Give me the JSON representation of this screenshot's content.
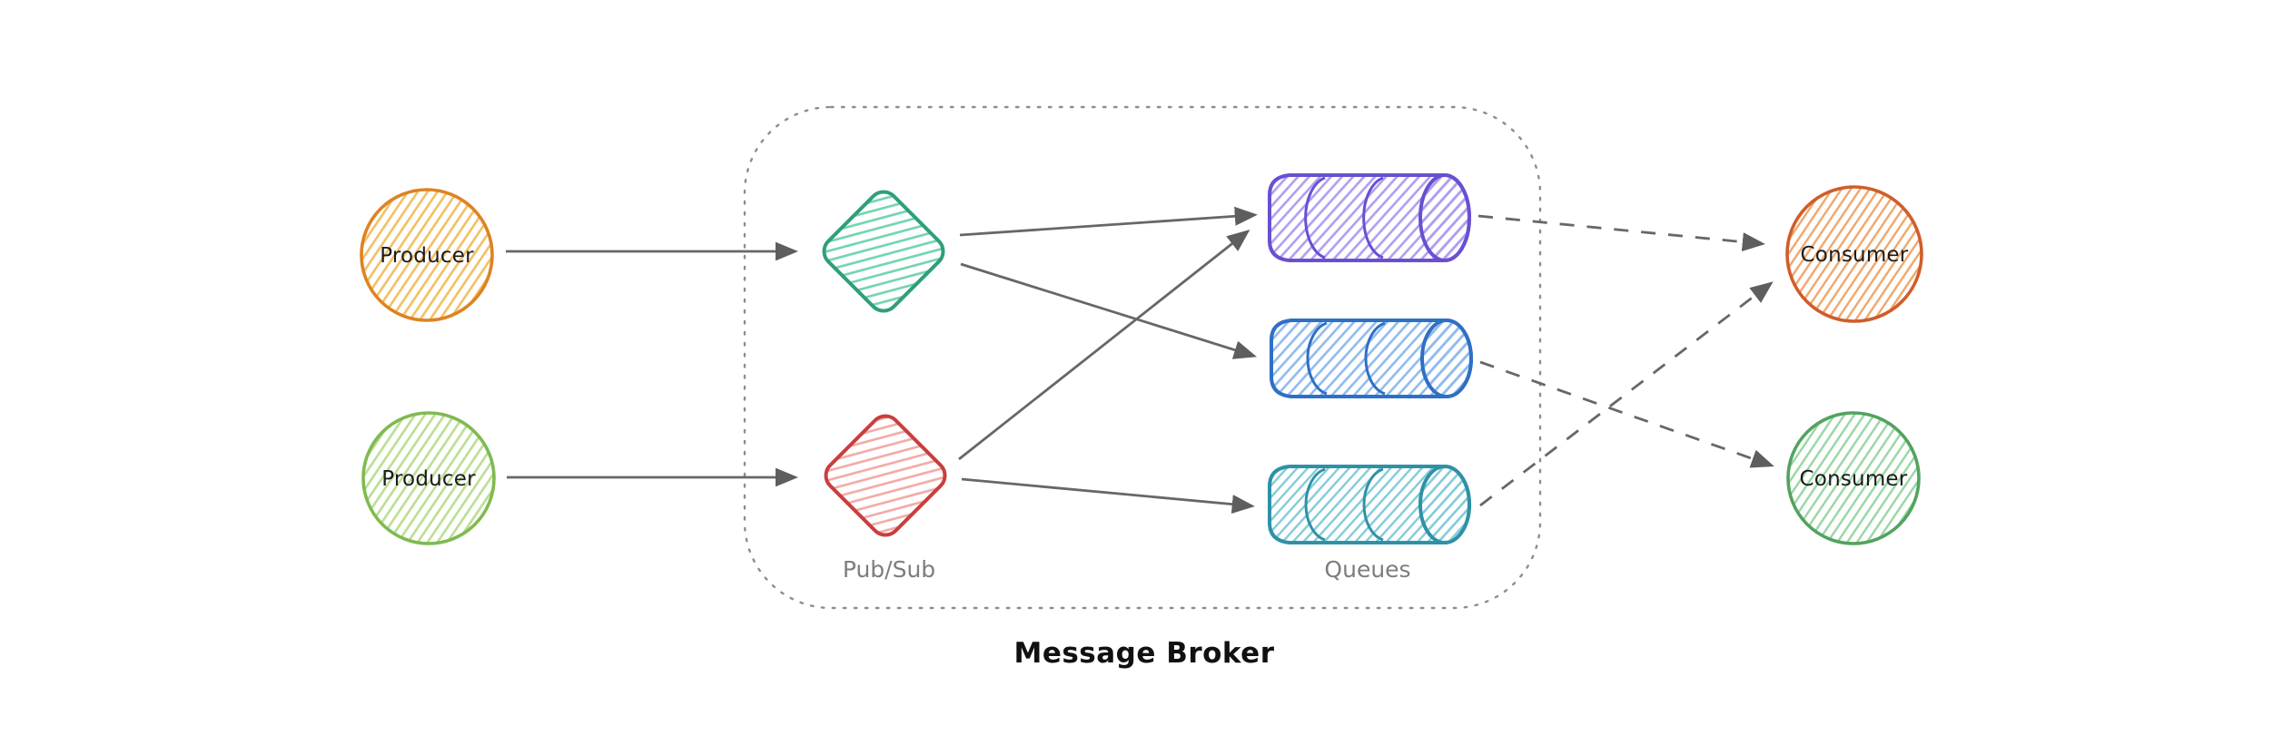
{
  "canvas": {
    "background": "#ffffff"
  },
  "diagram": {
    "title": "Message Broker",
    "zone_labels": {
      "pubsub": "Pub/Sub",
      "queues": "Queues"
    },
    "nodes": {
      "producer_top": {
        "label": "Producer",
        "shape": "circle",
        "stroke": "#dd8322",
        "hatch": "#f2bf63"
      },
      "producer_bottom": {
        "label": "Producer",
        "shape": "circle",
        "stroke": "#7fba50",
        "hatch": "#bade92"
      },
      "pubsub_top": {
        "shape": "diamond",
        "stroke": "#2f9e7c",
        "hatch": "#6fd4ad"
      },
      "pubsub_bottom": {
        "shape": "diamond",
        "stroke": "#c93e3e",
        "hatch": "#f2a9a4"
      },
      "queue_top": {
        "shape": "cylinder",
        "stroke": "#6a4fd1",
        "hatch": "#af9df2"
      },
      "queue_middle": {
        "shape": "cylinder",
        "stroke": "#2f6fc5",
        "hatch": "#8fbaef"
      },
      "queue_bottom": {
        "shape": "cylinder",
        "stroke": "#2f91a6",
        "hatch": "#82ccd9"
      },
      "consumer_top": {
        "label": "Consumer",
        "shape": "circle",
        "stroke": "#d05d2a",
        "hatch": "#efa76b"
      },
      "consumer_bottom": {
        "label": "Consumer",
        "shape": "circle",
        "stroke": "#52a35e",
        "hatch": "#97d6a1"
      }
    },
    "edges": [
      {
        "from": "producer_top",
        "to": "pubsub_top",
        "style": "solid"
      },
      {
        "from": "producer_bottom",
        "to": "pubsub_bottom",
        "style": "solid"
      },
      {
        "from": "pubsub_top",
        "to": "queue_top",
        "style": "solid"
      },
      {
        "from": "pubsub_top",
        "to": "queue_middle",
        "style": "solid"
      },
      {
        "from": "pubsub_bottom",
        "to": "queue_top",
        "style": "solid"
      },
      {
        "from": "pubsub_bottom",
        "to": "queue_bottom",
        "style": "solid"
      },
      {
        "from": "queue_top",
        "to": "consumer_top",
        "style": "dashed"
      },
      {
        "from": "queue_middle",
        "to": "consumer_bottom",
        "style": "dashed"
      },
      {
        "from": "queue_bottom",
        "to": "consumer_top",
        "style": "dashed"
      }
    ],
    "colors": {
      "text": "#1b1b1b",
      "muted_label": "#7d7d7d",
      "arrow": "#676767",
      "container_border": "#8d8d8d"
    }
  }
}
